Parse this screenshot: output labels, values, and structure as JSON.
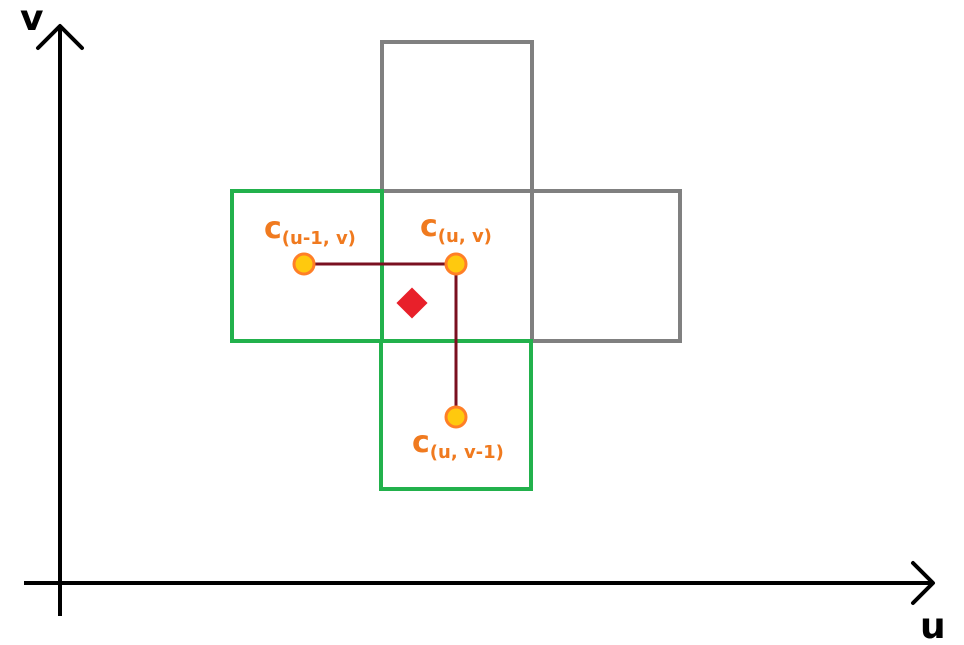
{
  "axes": {
    "v_label": "v",
    "u_label": "u"
  },
  "labels": {
    "c_u_minus_1_v": {
      "main": "c",
      "sub": "(u-1, v)"
    },
    "c_u_v": {
      "main": "c",
      "sub": "(u, v)"
    },
    "c_u_v_minus_1": {
      "main": "c",
      "sub": "(u, v-1)"
    }
  },
  "colors": {
    "axis": "#000000",
    "gray_cell": "#808080",
    "green_cell": "#22b14c",
    "connector": "#7a1020",
    "point_fill": "#ffc90e",
    "point_stroke": "#ff7f27",
    "sample_marker": "#e8202a",
    "label": "#f07a1f"
  }
}
